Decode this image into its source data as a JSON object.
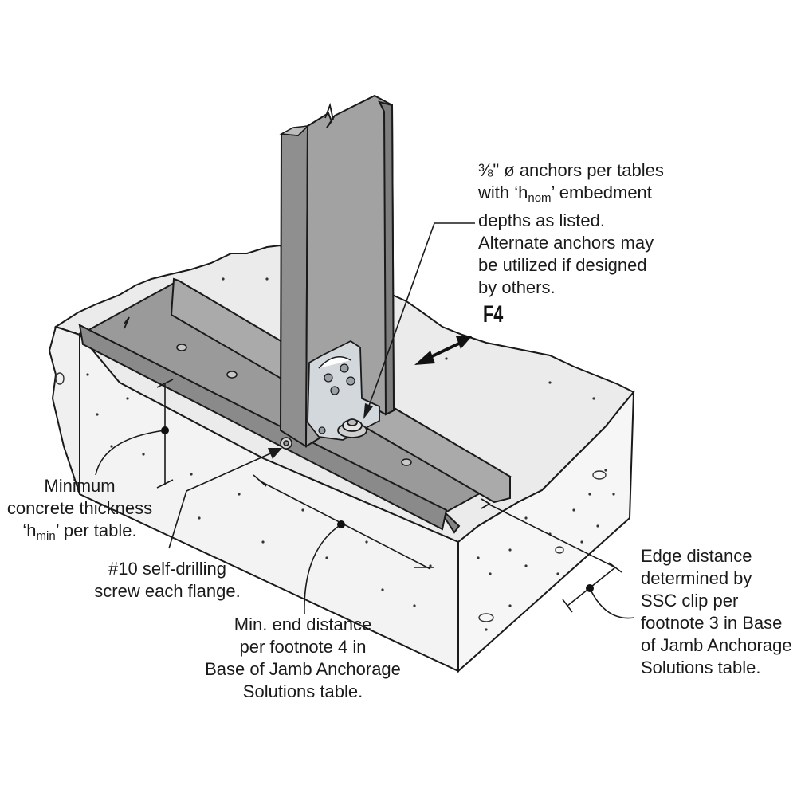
{
  "callouts": {
    "anchors": {
      "prefix_1": "⅜\" ø anchors per tables",
      "line_2a": "with ‘h",
      "line_2_sub": "nom",
      "line_2b": "’ embedment",
      "line_3": "depths as listed.",
      "line_4": "Alternate anchors may",
      "line_5": "be utilized if designed",
      "line_6": "by others."
    },
    "force": {
      "label": "F4"
    },
    "concrete_thickness": {
      "line_1": "Minimum",
      "line_2": "concrete thickness",
      "line_3a": "‘h",
      "line_3_sub": "min",
      "line_3b": "’ per table."
    },
    "screw": {
      "line_1": "#10 self-drilling",
      "line_2": "screw each flange."
    },
    "end_distance": {
      "line_1": "Min. end distance",
      "line_2": "per footnote 4 in",
      "line_3": "Base of Jamb Anchorage",
      "line_4": "Solutions table."
    },
    "edge_distance": {
      "line_1": "Edge distance",
      "line_2": "determined by",
      "line_3": "SSC clip per",
      "line_4": "footnote 3 in Base",
      "line_5": "of Jamb Anchorage",
      "line_6": "Solutions table."
    }
  },
  "colors": {
    "steel": "#9b9b9b",
    "steel_dark": "#7c7c7c",
    "steel_light": "#b5b5b5",
    "concrete_top": "#e9e9e9",
    "concrete_side": "#f2f2f2",
    "clip": "#d4d9de",
    "line": "#1a1a1a"
  }
}
